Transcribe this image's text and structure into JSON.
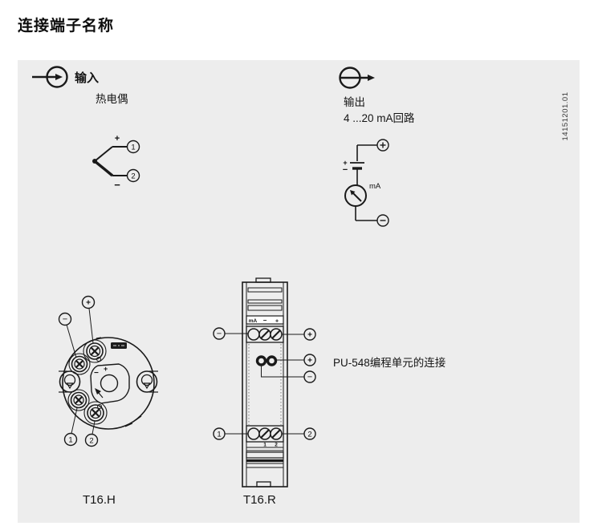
{
  "page_title": "连接端子名称",
  "figure_id": "14151201.01",
  "input": {
    "label": "输入",
    "type_label": "热电偶",
    "thermocouple": {
      "plus": "+",
      "minus": "−",
      "terminal_1": "1",
      "terminal_2": "2"
    }
  },
  "output": {
    "label": "输出",
    "loop_label": "4 ...20 mA回路",
    "circuit": {
      "plus": "+",
      "minus": "−",
      "battery_plus": "+",
      "battery_minus": "−",
      "meter": "mA"
    }
  },
  "t16h": {
    "caption": "T16.H",
    "leader_plus": "+",
    "leader_minus": "−",
    "leader_1": "1",
    "leader_2": "2",
    "center_plus": "+",
    "center_minus": "−"
  },
  "t16r": {
    "caption": "T16.R",
    "top_band": [
      "mA",
      "−",
      "+"
    ],
    "out_minus": "−",
    "out_plus": "+",
    "prog_plus": "+",
    "prog_minus": "−",
    "prog_label": "PU-548编程单元的连接",
    "bottom_terminal_1": "1",
    "bottom_terminal_2": "2",
    "bottom_band": [
      "1",
      "2"
    ]
  }
}
